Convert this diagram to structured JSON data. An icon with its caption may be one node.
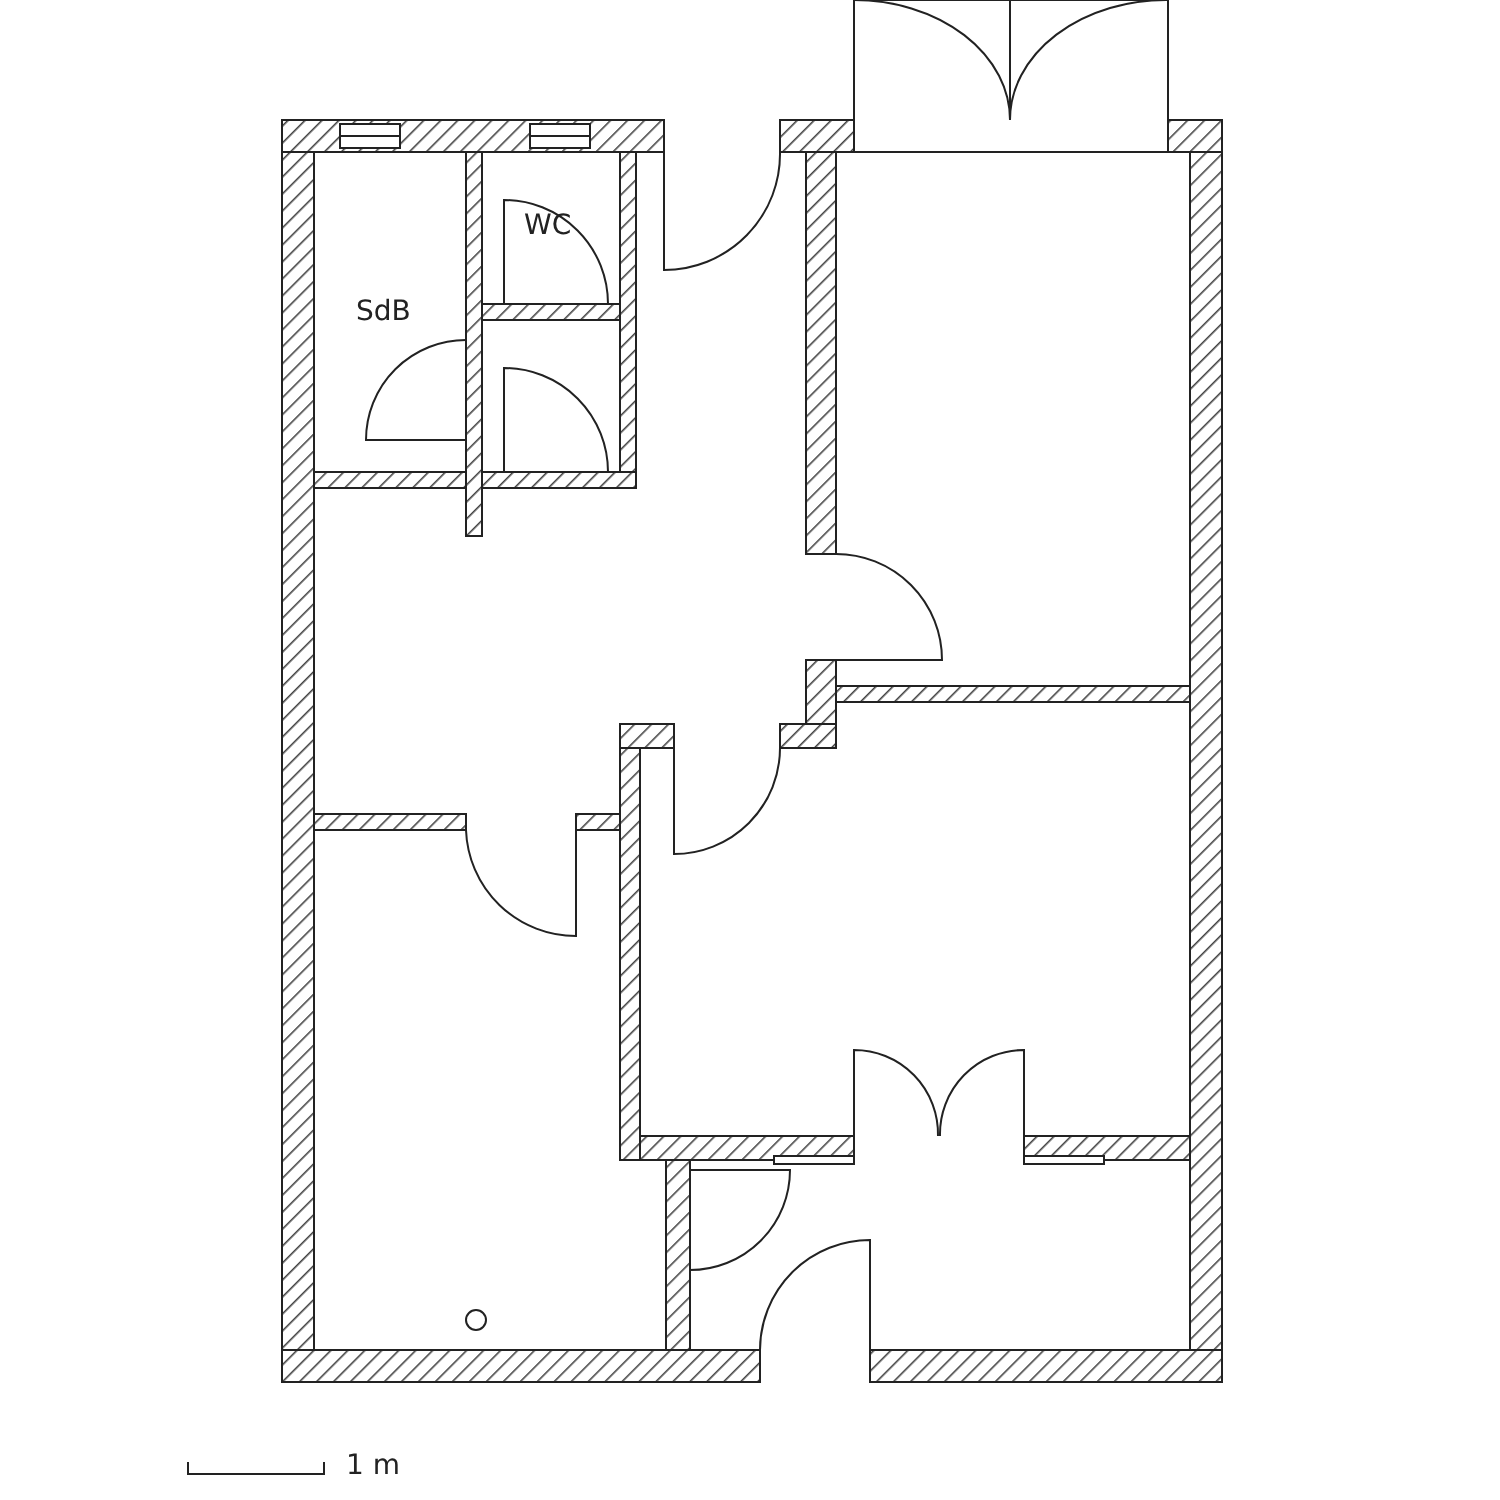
{
  "diagram": {
    "labels": [
      "WC",
      "SdB",
      "1 m"
    ]
  }
}
